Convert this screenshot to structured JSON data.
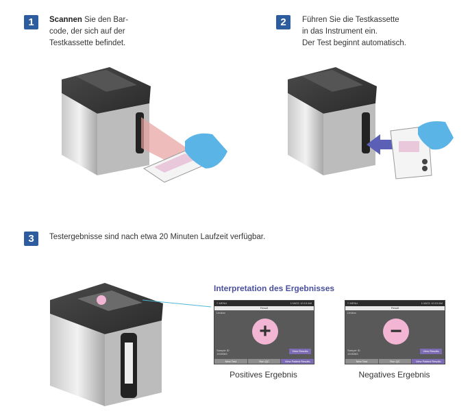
{
  "steps": [
    {
      "number": "1",
      "bold": "Scannen",
      "line1_rest": " Sie den Bar-",
      "line2": "code, der sich auf der",
      "line3": "Testkassette befindet."
    },
    {
      "number": "2",
      "line1": "Führen Sie die Testkassette",
      "line2": "in das Instrument ein.",
      "line3": "Der Test beginnt automatisch."
    },
    {
      "number": "3",
      "line1": "Testergebnisse sind nach etwa 20 Minuten Laufzeit verfügbar."
    }
  ],
  "interpretation": {
    "title": "Interpretation des Ergebnisses",
    "positive": {
      "caption": "Positives Ergebnis",
      "symbol": "+",
      "menu": "≡ MENU",
      "time": "1/18/21 10:15 AM",
      "header": "Result",
      "status": "Leukoc",
      "sample_label": "Sample ID",
      "sample_value": "1928383",
      "view_results": "View Results",
      "btn_new_test": "New Test",
      "btn_run_qc": "Run QC",
      "btn_view_patient": "View Patient Results"
    },
    "negative": {
      "caption": "Negatives Ergebnis",
      "symbol": "−",
      "menu": "≡ MENU",
      "time": "1/18/21 10:15 AM",
      "header": "Result",
      "status": "Leukoc",
      "sample_label": "Sample ID",
      "sample_value": "1928383",
      "view_results": "View Results",
      "btn_new_test": "New Test",
      "btn_run_qc": "Run QC",
      "btn_view_patient": "View Patient Results"
    }
  },
  "colors": {
    "badge": "#2e5d9f",
    "interp_title": "#4a4fa0",
    "screen_bg": "#595959",
    "result_circle": "#f2b6d4",
    "glove": "#5bb4e6",
    "arrow": "#5b5fb6",
    "laser": "#e8a0a0",
    "callout_line": "#4ab6d8"
  },
  "icons": [
    "device-icon",
    "glove-hand-icon",
    "barcode-laser-icon",
    "insert-arrow-icon",
    "plus-icon",
    "minus-icon"
  ]
}
